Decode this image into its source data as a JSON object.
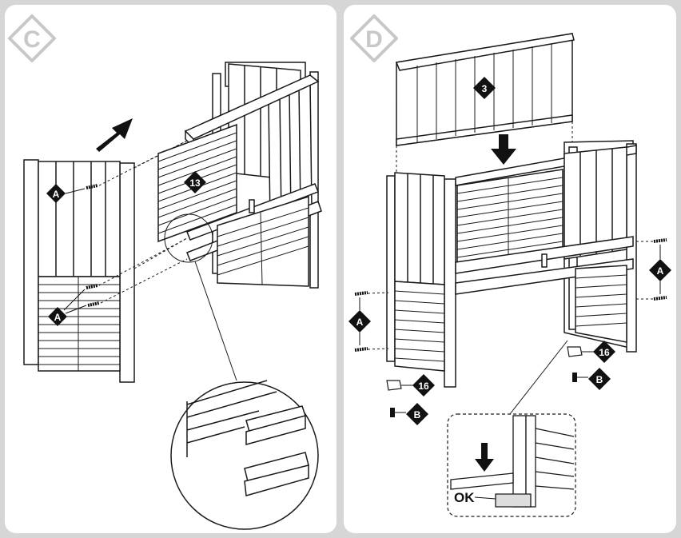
{
  "steps": {
    "left": "C",
    "right": "D"
  },
  "callouts": {
    "part_13": "13",
    "part_3": "3",
    "part_16": "16",
    "screw_a": "A",
    "screw_b": "B"
  },
  "inset": {
    "ok_label": "OK"
  },
  "colors": {
    "line": "#1a1a1a",
    "badge_fill": "#111111",
    "step_badge": "#c8c8c8",
    "frame": "#d6d6d6"
  }
}
